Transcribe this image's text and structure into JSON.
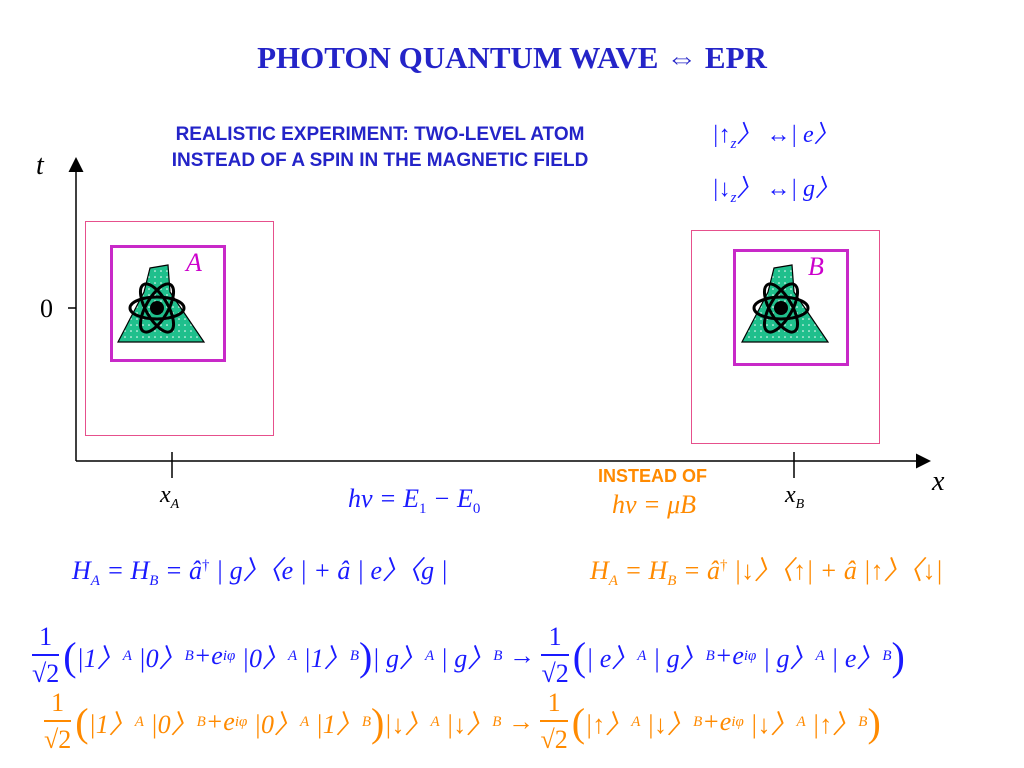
{
  "title": "PHOTON QUANTUM WAVE ⇔ EPR",
  "subtitle": [
    "REALISTIC EXPERIMENT: TWO-LEVEL ATOM",
    "INSTEAD OF A SPIN IN THE MAGNETIC FIELD"
  ],
  "correspondence": [
    "|↑z〉 ↔| e〉",
    "|↓z〉 ↔| g〉"
  ],
  "axes": {
    "t_label": "t",
    "x_label": "x",
    "zero_label": "0",
    "xA": "x",
    "xA_sub": "A",
    "xB": "x",
    "xB_sub": "B"
  },
  "atoms": {
    "A": "A",
    "B": "B"
  },
  "energy_eq": "hν = E1 − E0",
  "instead_of": "INSTEAD OF",
  "instead_eq": "hν = μB",
  "hamiltonian_blue": "H_A = H_B = â† | g〉〈e | + â | e〉〈g |",
  "hamiltonian_orange": "H_A = H_B = â† |↓〉〈↑| + â |↑〉〈↓|",
  "state_blue": "1/√2 ( |1〉A |0〉B + e^{iφ} |0〉A |1〉B ) | g〉A | g〉B → 1/√2 ( | e〉A | g〉B + e^{iφ} | g〉A | e〉B )",
  "state_orange": "1/√2 ( |1〉A |0〉B + e^{iφ} |0〉A |1〉B ) |↓〉A |↓〉B → 1/√2 ( |↑〉A |↓〉B + e^{iφ} |↓〉A |↑〉B )",
  "colors": {
    "title": "#2424c8",
    "blue": "#1a1aff",
    "orange": "#ff8a00",
    "magenta": "#cc00cc",
    "box": "#e6508c",
    "atom_fill": "#1fbf8c"
  },
  "icons": [
    "atom-icon",
    "atom-icon"
  ]
}
